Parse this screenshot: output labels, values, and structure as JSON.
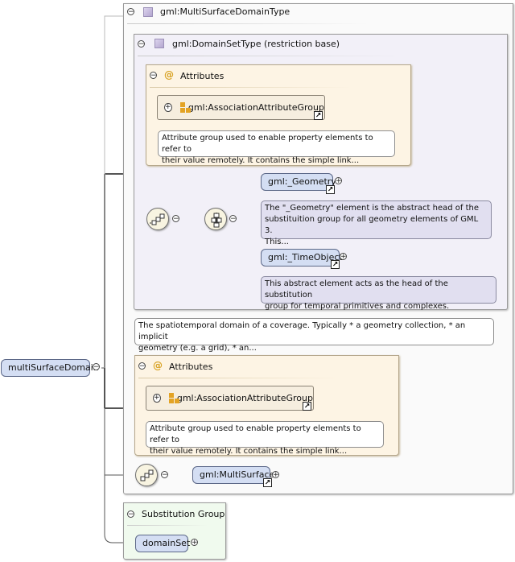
{
  "root_element": {
    "label": "multiSurfaceDomain"
  },
  "type_box": {
    "title": "gml:MultiSurfaceDomainType"
  },
  "domain_set_box": {
    "title": "gml:DomainSetType (restriction base)"
  },
  "attributes_inner": {
    "title": "Attributes",
    "group_label": "gml:AssociationAttributeGroup",
    "doc_line1": "Attribute group used to enable property elements to refer to",
    "doc_line2": "their value remotely. It contains the simple link..."
  },
  "geometry": {
    "label": "gml:_Geometry",
    "doc_line1": "The \"_Geometry\" element is the abstract head of the",
    "doc_line2": "substituition group for all geometry elements of GML 3.",
    "doc_line3": "This..."
  },
  "time_object": {
    "label": "gml:_TimeObject",
    "doc_line1": "This abstract element acts as the head of the substitution",
    "doc_line2": "group for temporal primitives and complexes."
  },
  "domain_doc": {
    "line1": "The spatiotemporal domain of a coverage. Typically * a geometry collection, * an implicit",
    "line2": "geometry (e.g. a grid), * an..."
  },
  "attributes_outer": {
    "title": "Attributes",
    "group_label": "gml:AssociationAttributeGroup",
    "doc_line1": "Attribute group used to enable property elements to refer to",
    "doc_line2": "their value remotely. It contains the simple link..."
  },
  "multi_surface": {
    "label": "gml:MultiSurface"
  },
  "substitution_group": {
    "title": "Substitution Group",
    "member": "domainSet"
  },
  "icons": {
    "collapse": "minus-circle-icon",
    "expand": "plus-circle-icon",
    "reference": "arrow-ne-icon",
    "attribute": "at-icon",
    "attribute_group": "attribute-group-icon",
    "complex_type": "complex-type-icon",
    "sequence": "sequence-compositor-icon",
    "choice": "choice-compositor-icon"
  },
  "colors": {
    "element_fill": "#d4def3",
    "attributes_fill": "#fdf4e4",
    "domain_set_fill": "#f2f0f8",
    "substitution_fill": "#f0faee",
    "connector": "#555555"
  }
}
